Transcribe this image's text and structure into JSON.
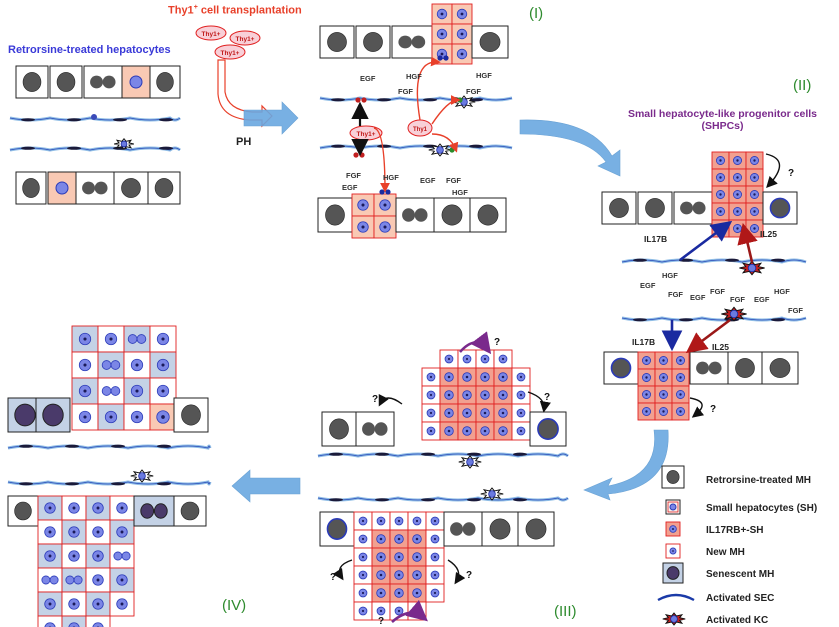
{
  "labels": {
    "retrorsine_title": "Retrorsine-treated hepatocytes",
    "transplant_title": "Thy1",
    "transplant_sup": "+",
    "transplant_rest": " cell transplantation",
    "ph": "PH",
    "shpc_line1": "Small hepatocyte-like progenitor cells",
    "shpc_line2": "(SHPCs)",
    "stage_1": "(I)",
    "stage_2": "(II)",
    "stage_3": "(III)",
    "stage_4": "(IV)",
    "thy1_cell": "Thy1+",
    "thy1_small": "Thy1",
    "il17b": "IL17B",
    "il25": "IL25",
    "question": "?",
    "egf": "EGF",
    "hgf": "HGF",
    "fgf": "FGF"
  },
  "legend": [
    {
      "key": "retrorsine",
      "label": "Retrorsine-treated MH"
    },
    {
      "key": "sh",
      "label": "Small hepatocytes (SH)"
    },
    {
      "key": "il17rb",
      "label": "IL17RB+-SH"
    },
    {
      "key": "newmh",
      "label": "New MH"
    },
    {
      "key": "senescent",
      "label": "Senescent MH"
    },
    {
      "key": "sec",
      "label": "Activated SEC"
    },
    {
      "key": "kc",
      "label": "Activated KC"
    }
  ],
  "colors": {
    "sh_fill": "#f9c9b4",
    "il17_fill": "#f2a090",
    "senescent_fill": "#c4d2e6",
    "sec_line": "#1a3aa8",
    "kc_red": "#c22020",
    "arrow_blue": "#6aa8e0",
    "stage_green": "#2e8b2e"
  }
}
